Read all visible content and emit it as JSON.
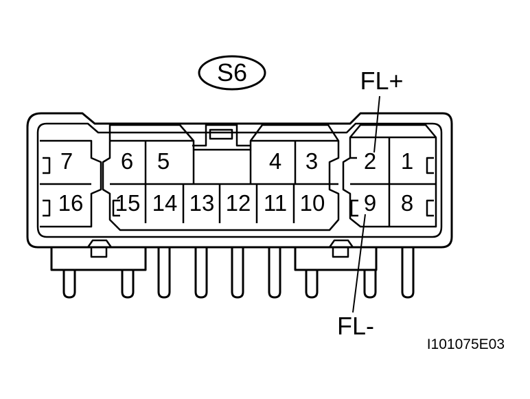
{
  "connector": {
    "name": "S6",
    "top_row_pins": [
      "7",
      "6",
      "5",
      "4",
      "3",
      "2",
      "1"
    ],
    "bottom_row_pins": [
      "16",
      "15",
      "14",
      "13",
      "12",
      "11",
      "10",
      "9",
      "8"
    ]
  },
  "callouts": {
    "top": "FL+",
    "bottom": "FL-"
  },
  "figure_code": "I101075E03"
}
